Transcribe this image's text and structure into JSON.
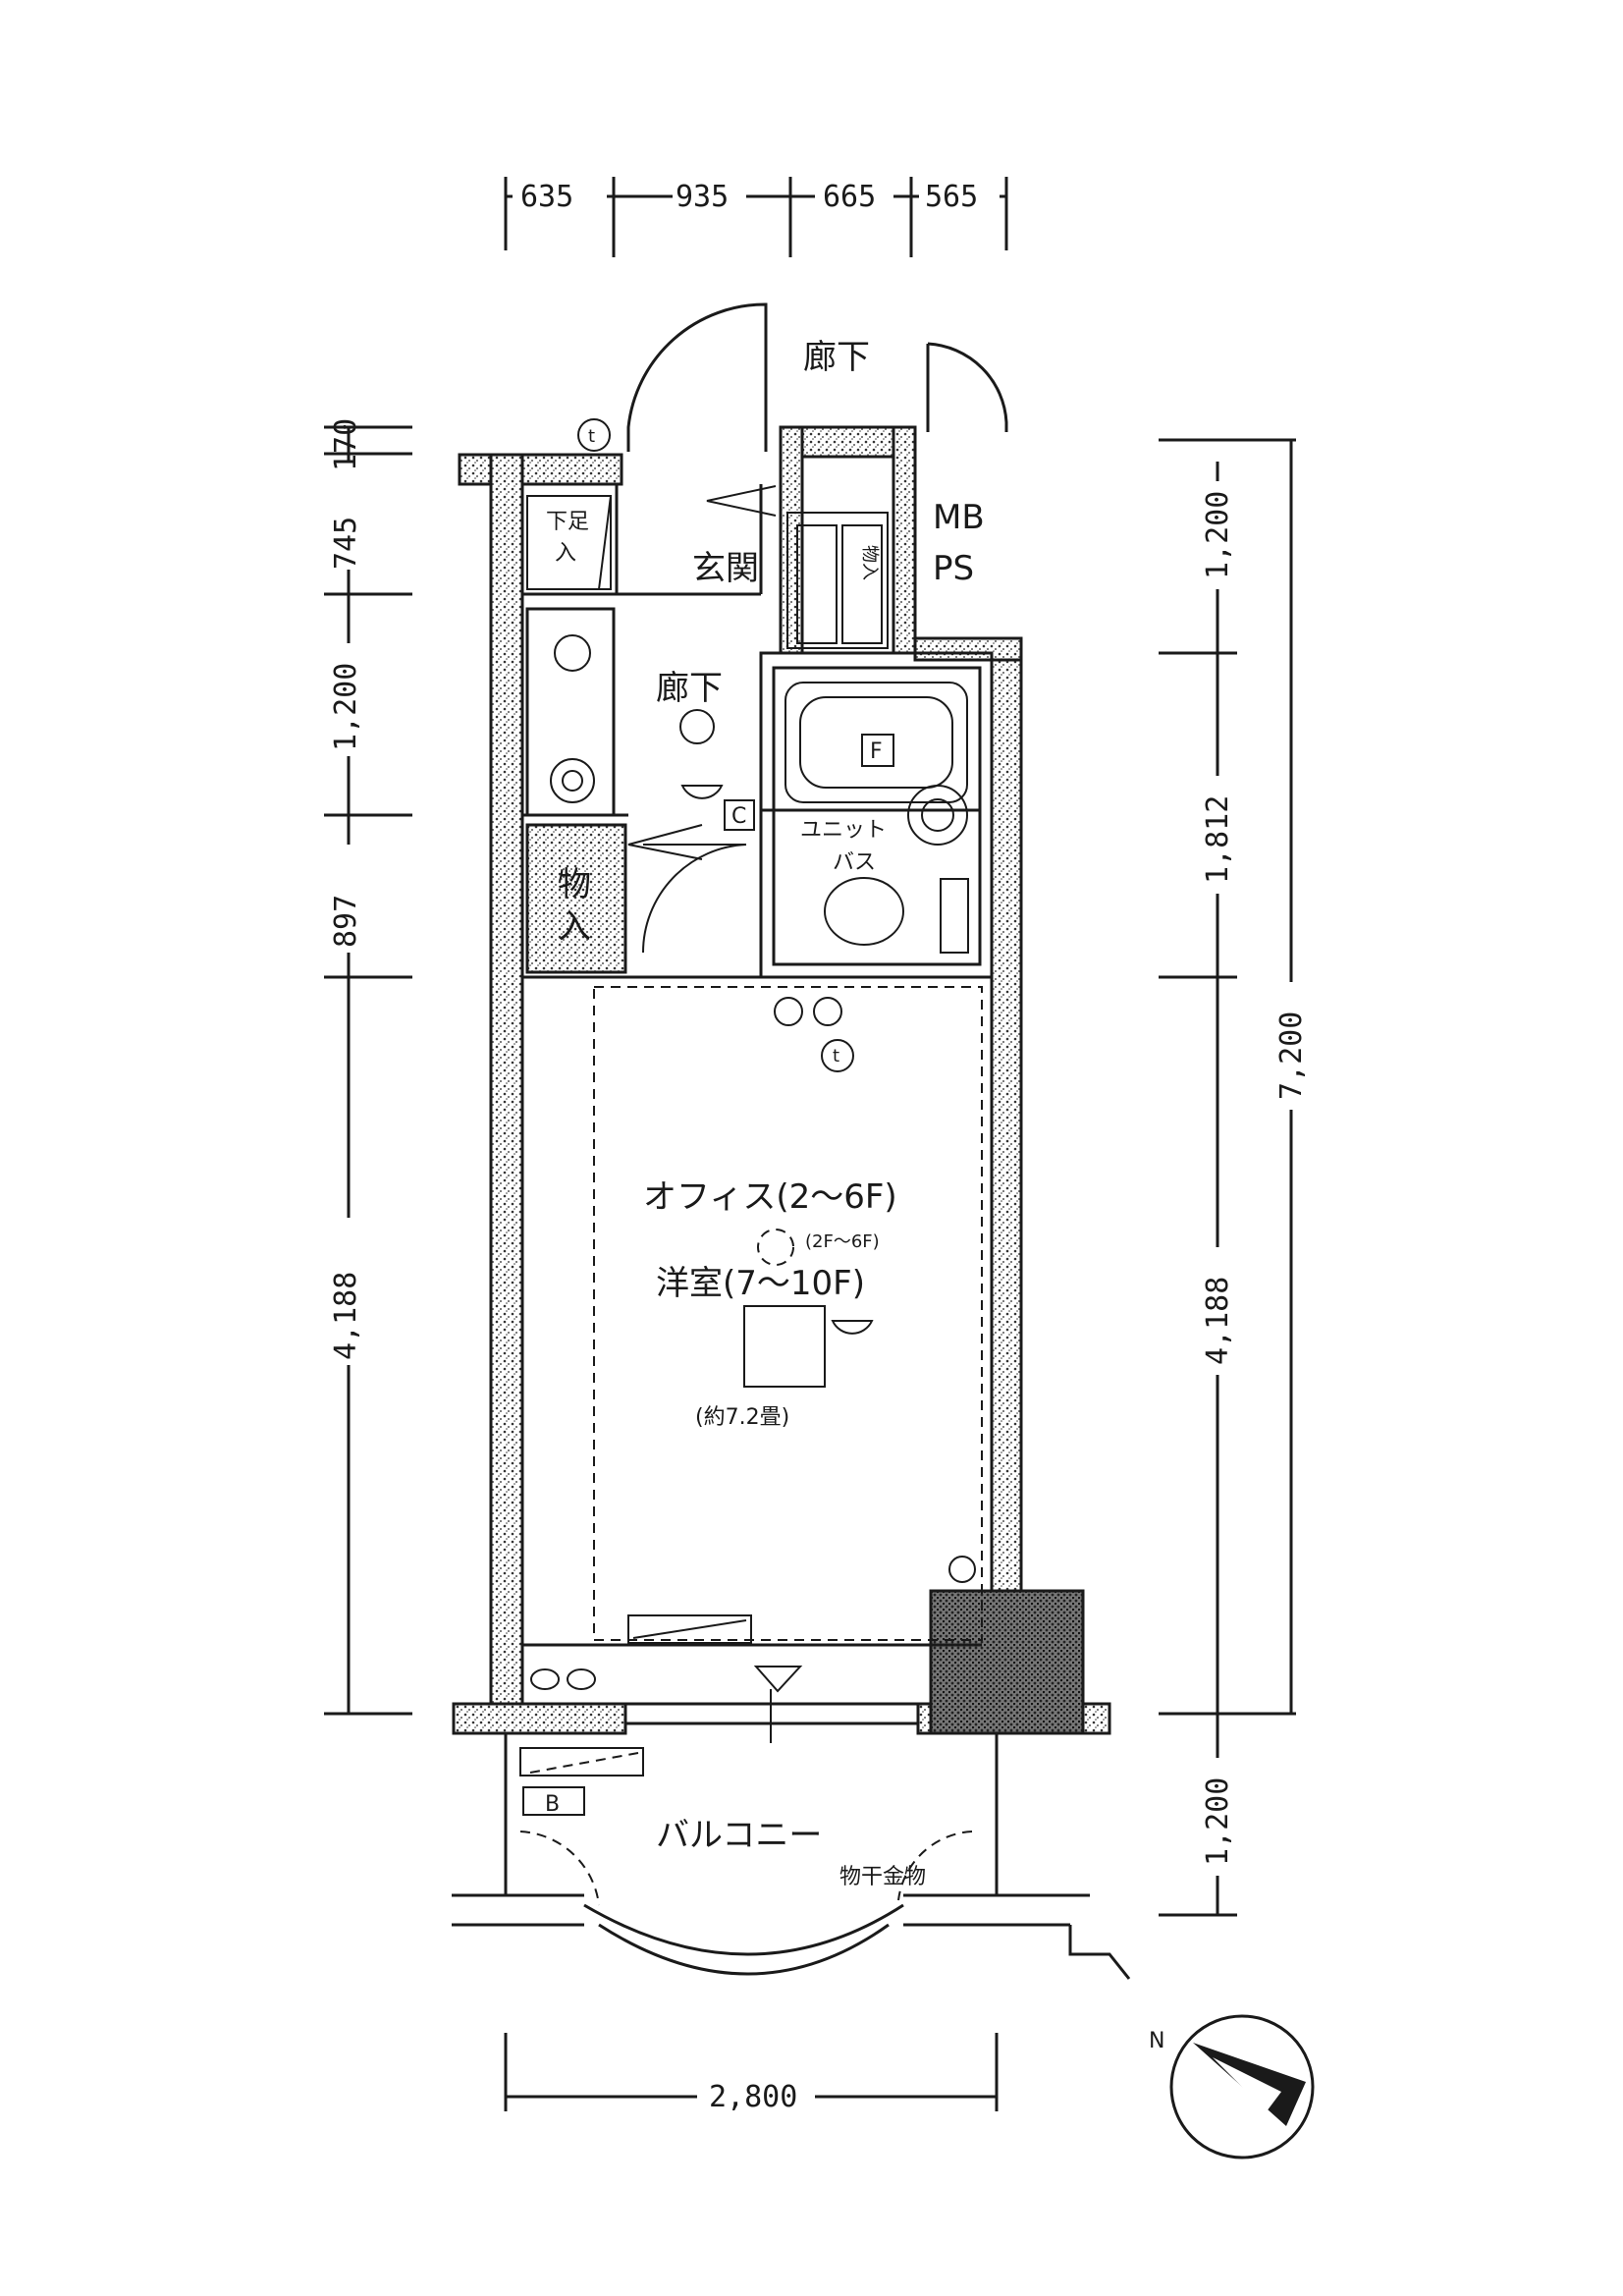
{
  "top_dims": [
    "635",
    "935",
    "665",
    "565"
  ],
  "left_dims": [
    "170",
    "745",
    "1,200",
    "897",
    "4,188"
  ],
  "right_dims": [
    "1,200",
    "1,812",
    "4,188",
    "1,200"
  ],
  "right_total": "7,200",
  "bottom_dim": "2,800",
  "rooms": {
    "corridor_outside": "廊下",
    "corridor_inside": "廊下",
    "entrance": "玄関",
    "mbps_line1": "MB",
    "mbps_line2": "PS",
    "unit_bath_line1": "ユニット",
    "unit_bath_line2": "バス",
    "storage_char1": "物",
    "storage_char2": "入",
    "shoe_char1": "下足",
    "shoe_char2": "入",
    "main_line1": "オフィス(2〜6F)",
    "main_line2": "(2F〜6F)",
    "main_line3": "洋室(7〜10F)",
    "main_line4": "(約7.2畳)",
    "balcony": "バルコニー",
    "laundry_pole": "物干金物",
    "locker": "物入"
  },
  "symbols": {
    "phone": "t",
    "closet": "C",
    "bath_fan": "F",
    "breaker": "B",
    "outlet": "t",
    "compass": "N"
  }
}
